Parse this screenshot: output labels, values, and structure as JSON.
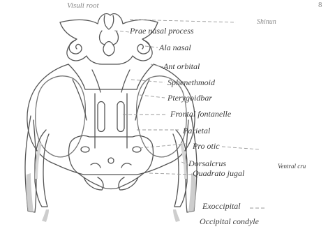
{
  "figure": {
    "page_mark": "8",
    "labels": {
      "visual_root": "Visuli root",
      "shinun": "Shinun",
      "prae_nasal_process": "Prae nasal process",
      "ala_nasal": "Ala nasal",
      "ant_orbital": "Ant orbital",
      "sphenethmoid": "Sphenethmoid",
      "pterygoidbar": "Pterygoidbar",
      "frontal_fontanelle": "Frontal fontanelle",
      "parietal": "Parietal",
      "pro_otic": "Pro otic",
      "dorsalcrus": "Dorsalcrus",
      "ventral_crus": "Ventral cru",
      "quadrato_jugal": "Quadrato jugal",
      "exoccipital": "Exoccipital",
      "occipital_condyle": "Occipital condyle"
    }
  }
}
